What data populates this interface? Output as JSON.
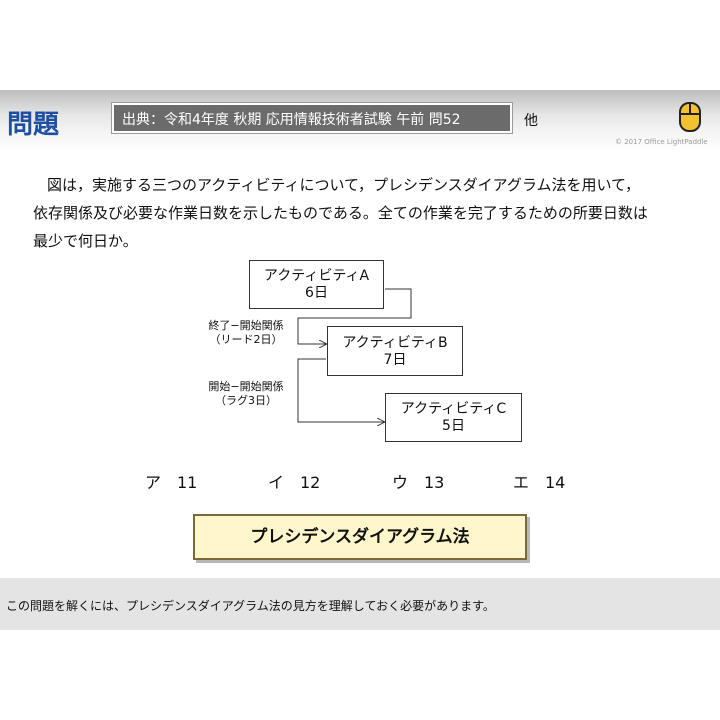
{
  "header": {
    "title": "問題",
    "source": "出典：令和4年度 秋期 応用情報技術者試験 午前 問52",
    "source_suffix": "他",
    "copyright": "© 2017 Office LightPaddle",
    "icon": "mouse-icon",
    "accent_color": "#1f4fa3",
    "mouse_color": "#f2c230"
  },
  "question": {
    "lines": [
      "図は，実施する三つのアクティビティについて，プレシデンスダイアグラム法を用いて，",
      "依存関係及び必要な作業日数を示したものである。全ての作業を完了するための所要日数は",
      "最少で何日か。"
    ]
  },
  "diagram": {
    "activities": [
      {
        "name": "アクティビティA",
        "days": "6日"
      },
      {
        "name": "アクティビティB",
        "days": "7日"
      },
      {
        "name": "アクティビティC",
        "days": "5日"
      }
    ],
    "relations": [
      {
        "line1": "終了−開始関係",
        "line2": "（リード2日）"
      },
      {
        "line1": "開始−開始関係",
        "line2": "（ラグ3日）"
      }
    ]
  },
  "choices": [
    {
      "label": "ア",
      "value": "11"
    },
    {
      "label": "イ",
      "value": "12"
    },
    {
      "label": "ウ",
      "value": "13"
    },
    {
      "label": "エ",
      "value": "14"
    }
  ],
  "topic": {
    "label": "プレシデンスダイアグラム法",
    "bg_color": "#fff6cc"
  },
  "footer": {
    "text": "この問題を解くには、プレシデンスダイアグラム法の見方を理解しておく必要があります。"
  }
}
